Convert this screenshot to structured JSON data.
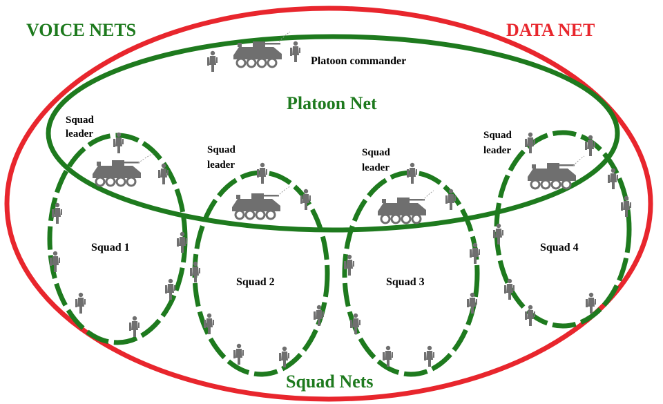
{
  "diagram": {
    "voice_nets_label": "VOICE NETS",
    "data_net_label": "DATA NET",
    "platoon_net_label": "Platoon Net",
    "squad_nets_label": "Squad Nets",
    "platoon_commander_label": "Platoon commander",
    "squad_leader_label": [
      "Squad",
      "leader"
    ],
    "squads": [
      {
        "name": "Squad 1"
      },
      {
        "name": "Squad 2"
      },
      {
        "name": "Squad 3"
      },
      {
        "name": "Squad 4"
      }
    ],
    "colors": {
      "data_net": "#e8262d",
      "voice_net": "#1e7a1e",
      "figure": "#6f6f6f",
      "text": "#000000"
    },
    "icons": [
      "soldier-icon",
      "armored-vehicle-icon"
    ]
  }
}
